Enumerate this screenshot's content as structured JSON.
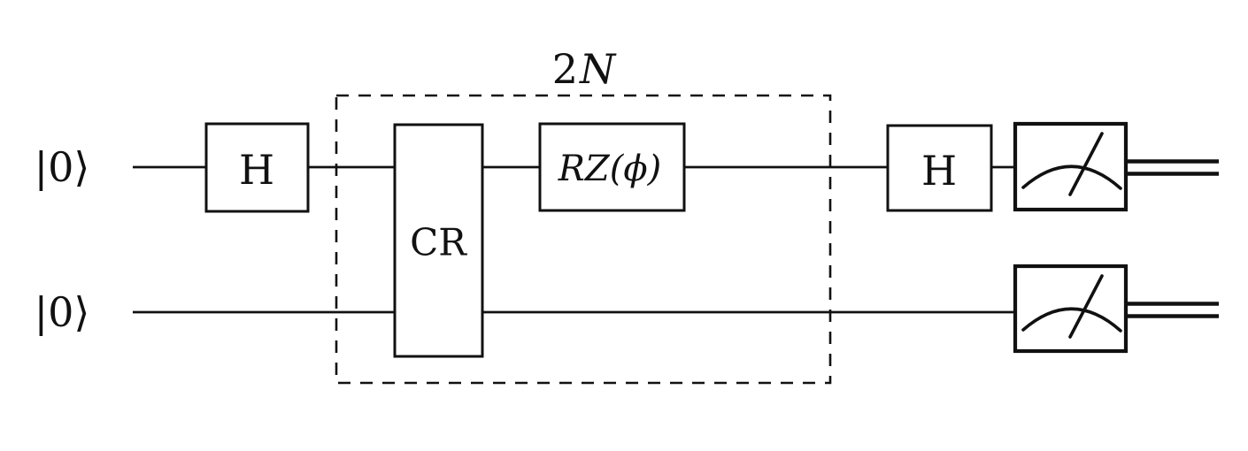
{
  "diagram": {
    "type": "quantum-circuit",
    "colors": {
      "ink": "#111111",
      "background": "#ffffff"
    },
    "qubits": [
      {
        "init_label": "|0⟩"
      },
      {
        "init_label": "|0⟩"
      }
    ],
    "repeat_block": {
      "label": "2N",
      "count": "2",
      "symbol": "N"
    },
    "gates": {
      "hadamard_1": {
        "label": "H",
        "qubit": 0
      },
      "controlled_rotation": {
        "label": "CR",
        "qubits": [
          0,
          1
        ]
      },
      "rz_rotation": {
        "label": "RZ(ϕ)",
        "qubit": 0
      },
      "hadamard_2": {
        "label": "H",
        "qubit": 0
      }
    },
    "measurements": [
      {
        "qubit": 0,
        "icon": "meter-gauge-icon",
        "output": "double-line-classical-wire"
      },
      {
        "qubit": 1,
        "icon": "meter-gauge-icon",
        "output": "double-line-classical-wire"
      }
    ]
  }
}
